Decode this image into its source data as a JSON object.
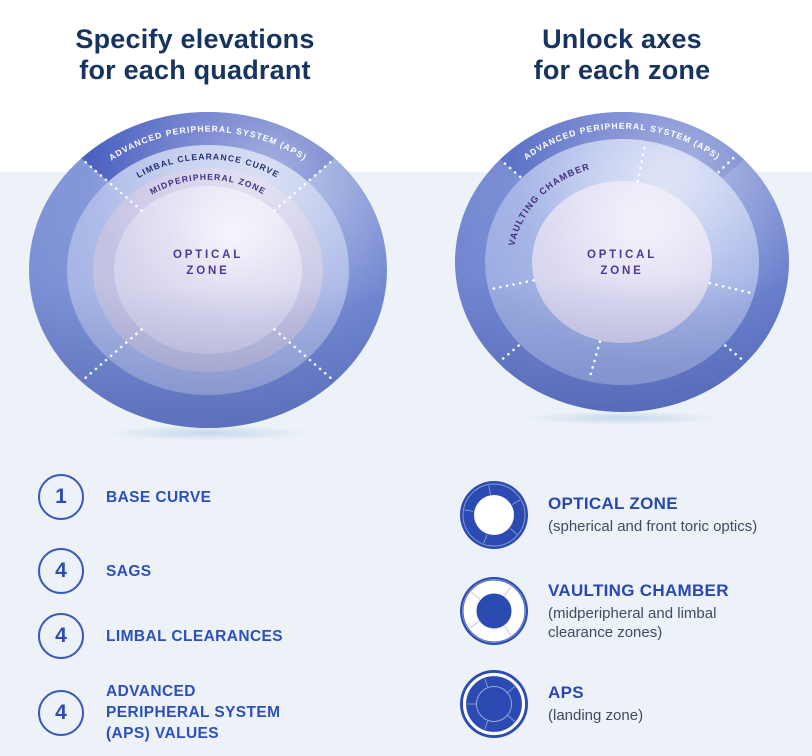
{
  "page": {
    "background_band_color": "#edf2f8"
  },
  "left_panel": {
    "title": {
      "line1": "Specify elevations",
      "line2": "for each quadrant"
    },
    "lens": {
      "aps_label": "ADVANCED PERIPHERAL SYSTEM (APS)",
      "limbal_label": "LIMBAL CLEARANCE CURVE",
      "midperipheral_label": "MIDPERIPHERAL ZONE",
      "optical_line1": "OPTICAL",
      "optical_line2": "ZONE"
    },
    "items": [
      {
        "count": "1",
        "label": "BASE CURVE"
      },
      {
        "count": "4",
        "label": "SAGS"
      },
      {
        "count": "4",
        "label": "LIMBAL CLEARANCES"
      },
      {
        "count": "4",
        "label": "ADVANCED PERIPHERAL SYSTEM (APS) VALUES"
      }
    ]
  },
  "right_panel": {
    "title": {
      "line1": "Unlock axes",
      "line2": "for each zone"
    },
    "lens": {
      "aps_label": "ADVANCED PERIPHERAL SYSTEM (APS)",
      "vaulting_label": "VAULTING CHAMBER",
      "optical_line1": "OPTICAL",
      "optical_line2": "ZONE"
    },
    "legend": [
      {
        "icon": "optical-zone-icon",
        "title": "OPTICAL ZONE",
        "subtitle": "(spherical and front toric optics)"
      },
      {
        "icon": "vaulting-chamber-icon",
        "title": "VAULTING CHAMBER",
        "subtitle": "(midperipheral and limbal clearance zones)"
      },
      {
        "icon": "aps-icon",
        "title": "APS",
        "subtitle": "(landing zone)"
      }
    ]
  },
  "colors": {
    "accent_blue": "#2c4cb3",
    "heading_navy": "#17335f",
    "lens_outer_blue": "#7e92d6",
    "lens_dark_arc": "#4b60c1",
    "purple_text": "#46307f",
    "band_background": "#edf2f8"
  }
}
